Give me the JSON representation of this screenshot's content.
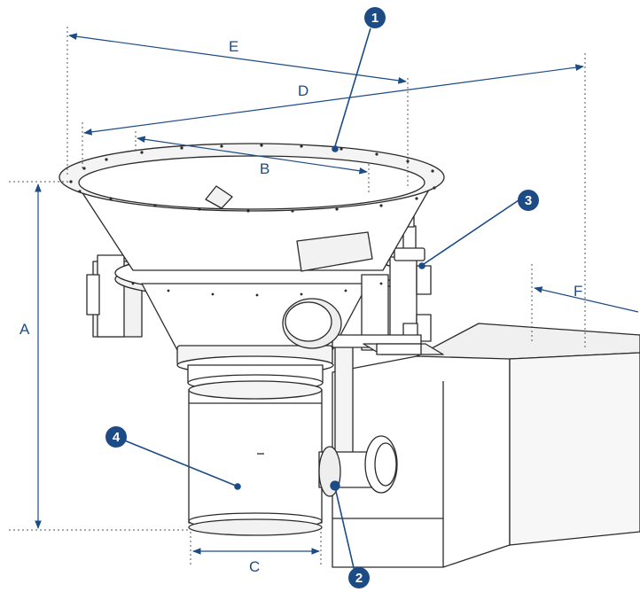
{
  "diagram": {
    "accent_color": "#1c4b86",
    "outline_color": "#2a2a2a",
    "dimensions": {
      "a": "A",
      "b": "B",
      "c": "C",
      "d": "D",
      "e": "E",
      "f": "F"
    },
    "callouts": {
      "c1": "1",
      "c2": "2",
      "c3": "3",
      "c4": "4"
    }
  }
}
